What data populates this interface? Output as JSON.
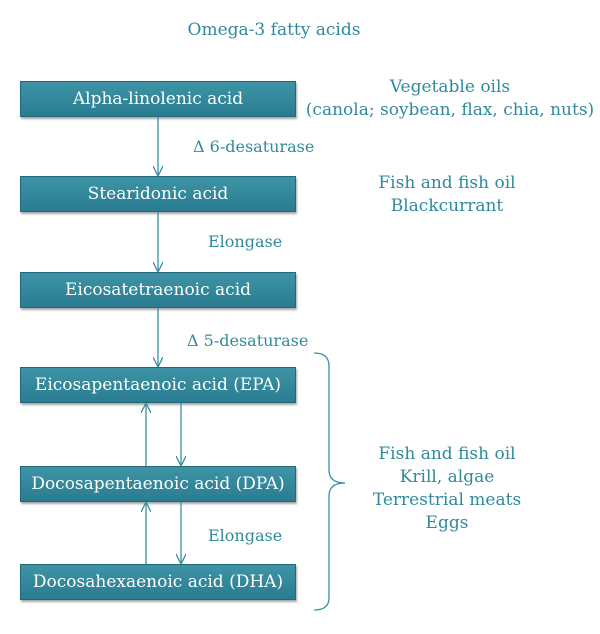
{
  "title": "Omega-3 fatty acids",
  "boxes": [
    "Alpha-linolenic acid",
    "Stearidonic acid",
    "Eicosatetraenoic acid",
    "Eicosapentaenoic acid (EPA)",
    "Docosapentaenoic acid (DPA)",
    "Docosahexaenoic acid (DHA)"
  ],
  "enzymes": {
    "delta6": "Δ 6-desaturase",
    "elongase1": "Elongase",
    "delta5": "Δ 5-desaturase",
    "elongase2": "Elongase"
  },
  "sources": {
    "group1": [
      "Vegetable oils",
      "(canola; soybean, flax, chia, nuts)"
    ],
    "group2": [
      "Fish and fish oil",
      "Blackcurrant"
    ],
    "group3": [
      "Fish and fish oil",
      "Krill, algae",
      "Terrestrial meats",
      "Eggs"
    ]
  },
  "colors": {
    "box_fill": "#3a8fa2",
    "text_accent": "#2f8a9c"
  }
}
